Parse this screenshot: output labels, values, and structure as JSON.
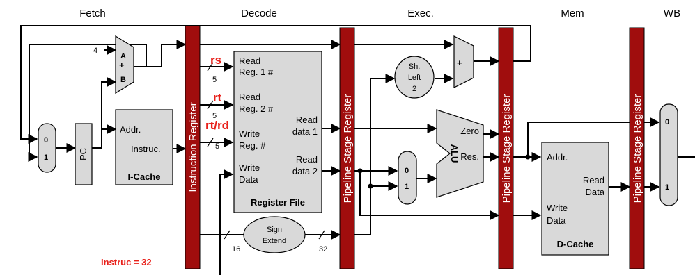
{
  "stages": {
    "fetch": "Fetch",
    "decode": "Decode",
    "exec": "Exec.",
    "mem": "Mem",
    "wb": "WB"
  },
  "pipeline_registers": {
    "instruction_register": "Instruction Register",
    "stage_register": "Pipeline Stage Register"
  },
  "adder_pc": {
    "input_const": "4",
    "a": "A",
    "plus": "+",
    "b": "B"
  },
  "pc": {
    "label": "PC"
  },
  "mux_pc": {
    "zero": "0",
    "one": "1"
  },
  "icache": {
    "addr": "Addr.",
    "instruc": "Instruc.",
    "title": "I-Cache"
  },
  "register_file": {
    "read_reg1": "Read",
    "read_reg1b": "Reg. 1 #",
    "read_reg2": "Read",
    "read_reg2b": "Reg. 2 #",
    "write_reg": "Write",
    "write_regb": "Reg. #",
    "write_data": "Write",
    "write_datab": "Data",
    "read_data1": "Read",
    "read_data1b": "data 1",
    "read_data2": "Read",
    "read_data2b": "data 2",
    "title": "Register File"
  },
  "field_labels": {
    "rs": "rs",
    "rt": "rt",
    "rtrd": "rt/rd",
    "five": "5"
  },
  "sign_extend": {
    "line1": "Sign",
    "line2": "Extend",
    "in_width": "16",
    "out_width": "32"
  },
  "shift_left": {
    "line1": "Sh.",
    "line2": "Left",
    "line3": "2"
  },
  "exec_adder": {
    "plus": "+"
  },
  "alu": {
    "label": "ALU",
    "zero": "Zero",
    "res": "Res."
  },
  "mux_alu": {
    "zero": "0",
    "one": "1"
  },
  "dcache": {
    "addr": "Addr.",
    "read": "Read",
    "data": "Data",
    "write": "Write",
    "write_data": "Data",
    "title": "D-Cache"
  },
  "mux_wb": {
    "zero": "0",
    "one": "1"
  },
  "note": "Instruc = 32"
}
